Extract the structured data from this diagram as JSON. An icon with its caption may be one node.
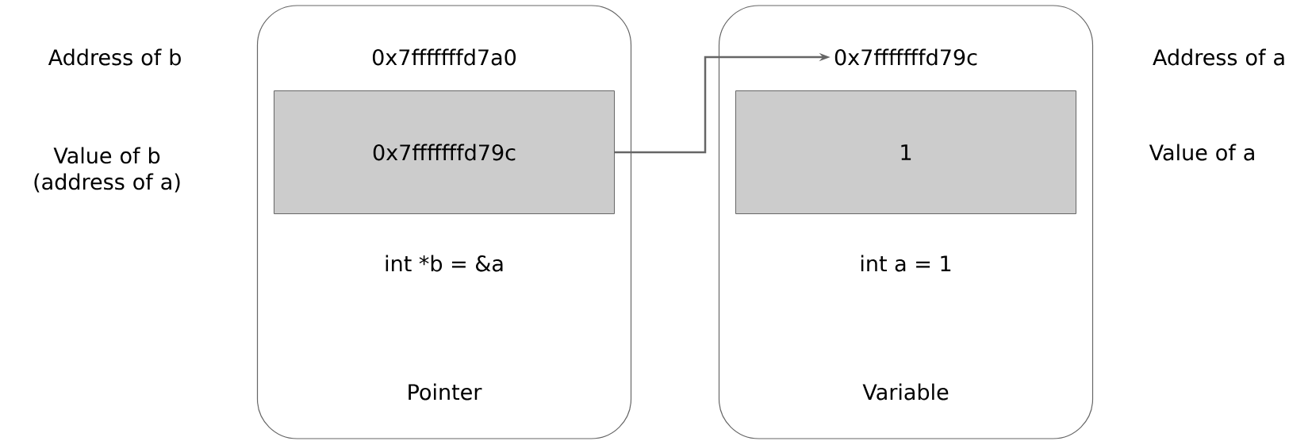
{
  "diagram": {
    "nodes": [
      {
        "text": [
          "int *b = &a",
          "Pointer"
        ]
      },
      {
        "text": [
          "0x7fffffffd7a0"
        ],
        "in": 0
      },
      {
        "text": [
          "0x7fffffffd79c"
        ],
        "in": 0
      },
      {
        "text": [
          "int a = 1",
          "Variable"
        ]
      },
      {
        "text": [
          "0x7fffffffd79c"
        ],
        "in": 3
      },
      {
        "text": [
          "1"
        ],
        "in": 3
      }
    ],
    "edges": [
      {
        "from": 2,
        "to": 4,
        "arrow": "to"
      }
    ],
    "labels": [
      "Address of b",
      "Value of b (address of a)",
      "Address of a",
      "Value of a"
    ]
  }
}
